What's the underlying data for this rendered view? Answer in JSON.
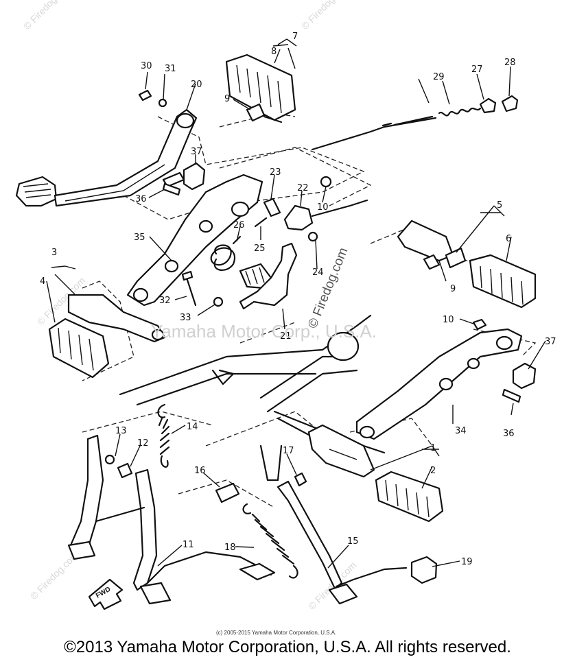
{
  "callouts": {
    "c1": "1",
    "c2": "2",
    "c3": "3",
    "c4": "4",
    "c5": "5",
    "c6": "6",
    "c7": "7",
    "c8": "8",
    "c9a": "9",
    "c9b": "9",
    "c10a": "10",
    "c10b": "10",
    "c11": "11",
    "c12": "12",
    "c13": "13",
    "c14": "14",
    "c15": "15",
    "c16": "16",
    "c17": "17",
    "c18": "18",
    "c19": "19",
    "c20": "20",
    "c21": "21",
    "c22": "22",
    "c23": "23",
    "c24": "24",
    "c25": "25",
    "c26": "26",
    "c27": "27",
    "c28": "28",
    "c29": "29",
    "c30": "30",
    "c31": "31",
    "c32": "32",
    "c33": "33",
    "c34": "34",
    "c35": "35",
    "c36a": "36",
    "c36b": "36",
    "c37a": "37",
    "c37b": "37"
  },
  "fwd_label": "FWD",
  "watermarks": {
    "center": "Yamaha Motor Corp., U.S.A.",
    "diagonal": "© Firedog.com",
    "corner": "© Firedog.com"
  },
  "small_copyright": "(c) 2005-2015 Yamaha Motor Corporation, U.S.A.",
  "footer_copyright": "©2013 Yamaha Motor Corporation, U.S.A. All rights reserved."
}
